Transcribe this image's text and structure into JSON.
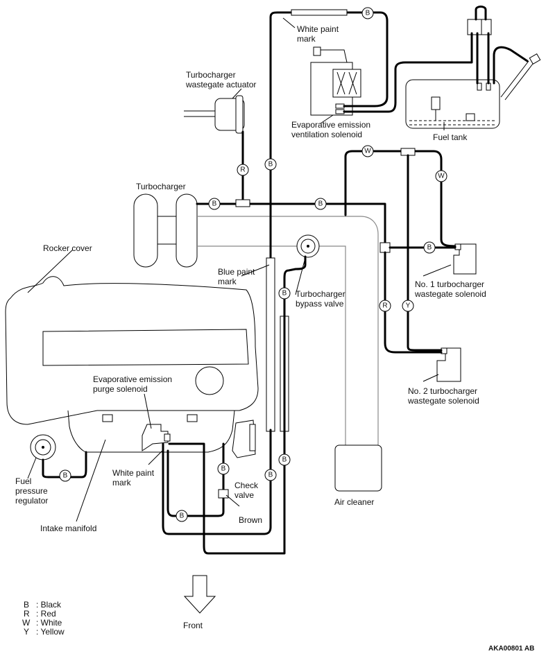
{
  "labels": {
    "white_paint_mark_top": [
      "White paint",
      "mark"
    ],
    "turbo_wastegate_actuator": [
      "Turbocharger",
      "wastegate actuator"
    ],
    "evap_vent_solenoid": [
      "Evaporative emission",
      "ventilation solenoid"
    ],
    "fuel_tank": "Fuel tank",
    "turbocharger": "Turbocharger",
    "rocker_cover": "Rocker cover",
    "blue_paint_mark": [
      "Blue paint",
      "mark"
    ],
    "turbo_bypass_valve": [
      "Turbocharger",
      "bypass valve"
    ],
    "no1_wastegate_solenoid": [
      "No. 1 turbocharger",
      "wastegate solenoid"
    ],
    "no2_wastegate_solenoid": [
      "No. 2 turbocharger",
      "wastegate solenoid"
    ],
    "evap_purge_solenoid": [
      "Evaporative emission",
      "purge solenoid"
    ],
    "fuel_pressure_regulator": [
      "Fuel",
      "pressure",
      "regulator"
    ],
    "white_paint_mark_bottom": [
      "White paint",
      "mark"
    ],
    "check_valve": [
      "Check",
      "valve"
    ],
    "brown": "Brown",
    "intake_manifold": "Intake manifold",
    "air_cleaner": "Air cleaner",
    "front": "Front"
  },
  "legend": [
    {
      "code": "B",
      "name": ": Black"
    },
    {
      "code": "R",
      "name": ": Red"
    },
    {
      "code": "W",
      "name": ": White"
    },
    {
      "code": "Y",
      "name": ": Yellow"
    }
  ],
  "hose_tags": {
    "black": "B",
    "red": "R",
    "white": "W",
    "yellow": "Y"
  },
  "figure_code": "AKA00801 AB"
}
